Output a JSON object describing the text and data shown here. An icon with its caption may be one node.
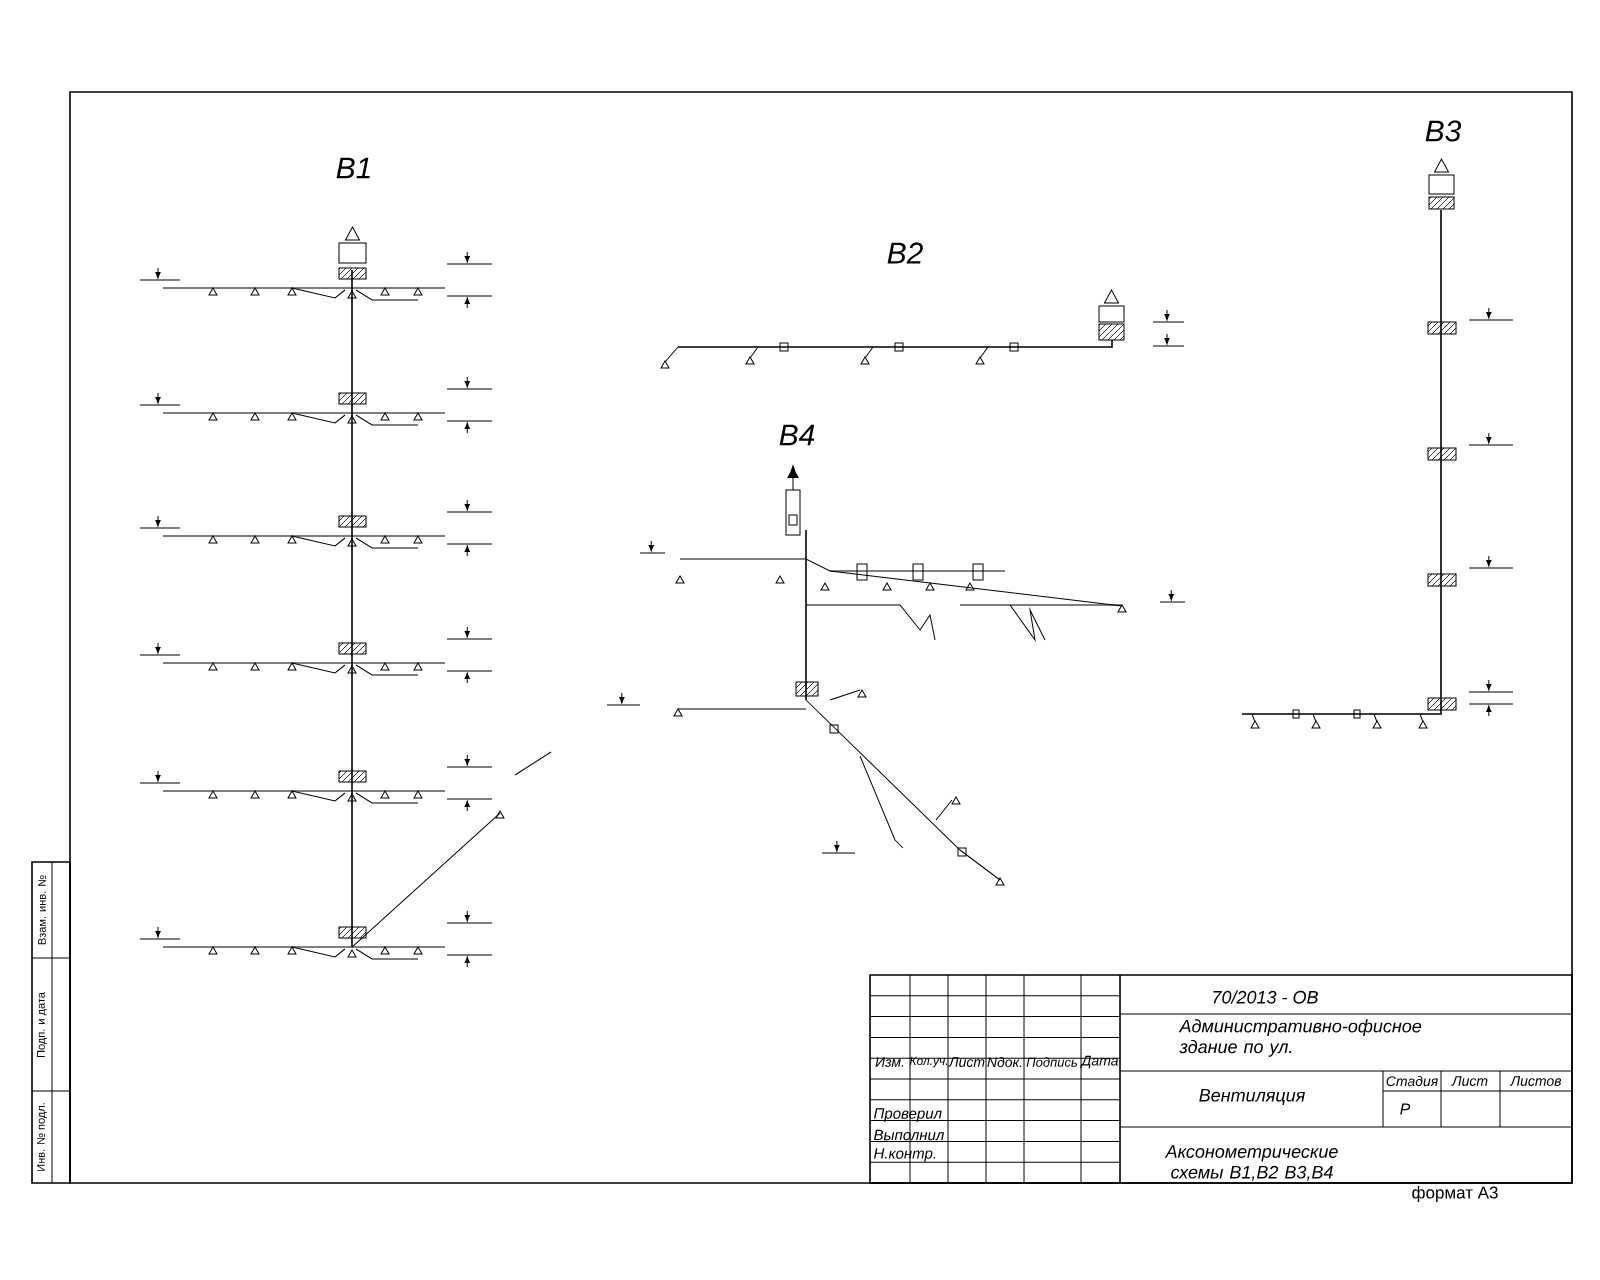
{
  "diagram": {
    "labels": [
      "В1",
      "В2",
      "В3",
      "В4",
      "Взам. инв. №",
      "Подп. и дата",
      "Инв. № подл.",
      "70/2013 - ОВ",
      "Административно-офисное здание по ул.",
      "Изм.",
      "Кол.уч.",
      "Лист",
      "Nдок.",
      "Подпись",
      "Дата",
      "Вентиляция",
      "Стадия",
      "Лист",
      "Листов",
      "Р",
      "Проверил",
      "Выполнил",
      "Н.контр.",
      "Аксонометрические схемы В1,В2 В3,В4",
      "формат А3"
    ]
  }
}
